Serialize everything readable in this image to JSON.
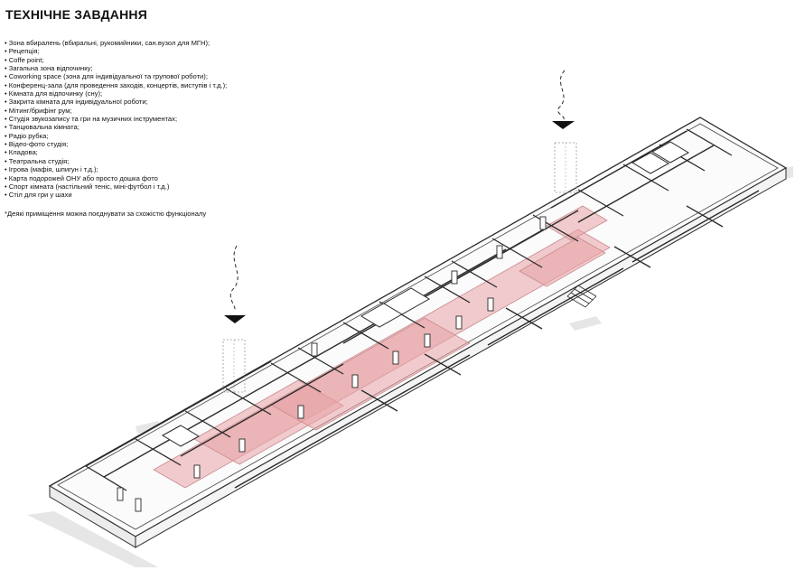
{
  "title": "ТЕХНІЧНЕ ЗАВДАННЯ",
  "requirements": [
    "Зона вбиралень (вбиральні, рукомийники, сан.вузол для МГН);",
    "Рецепція;",
    "Coffe point;",
    "Загальна зона відпочинку;",
    "Coworking space (зона для індивідуальної та групової роботи);",
    "Конференц-зала (для проведення заходів, концертів, виступів і т.д.);",
    "Кімната для відпочинку (сну);",
    "Закрита кімната для індивідуальної роботи;",
    "Мітинг/брифінг рум;",
    "Студія звукозапису та гри на музичних інструментах;",
    "Танцювальна кімната;",
    "Радіо рубка;",
    "Відео-фото студія;",
    "Кладова;",
    "Театральна студія;",
    "Ігрова (мафія, шпигун і т.д.);",
    "Карта подорожей ОНУ або просто дошка фото",
    "Спорт кімната (настільний теніс, міні-футбол і т.д.)",
    "Стіл для гри у шахи"
  ],
  "note": "*Деякі приміщення можна поєднувати за схожістю функціоналу",
  "colors": {
    "highlight": "#e8a3a6",
    "highlight_edge": "#c98a8d",
    "wall": "#2a2a2a",
    "shadow": "#e6e6e6"
  }
}
